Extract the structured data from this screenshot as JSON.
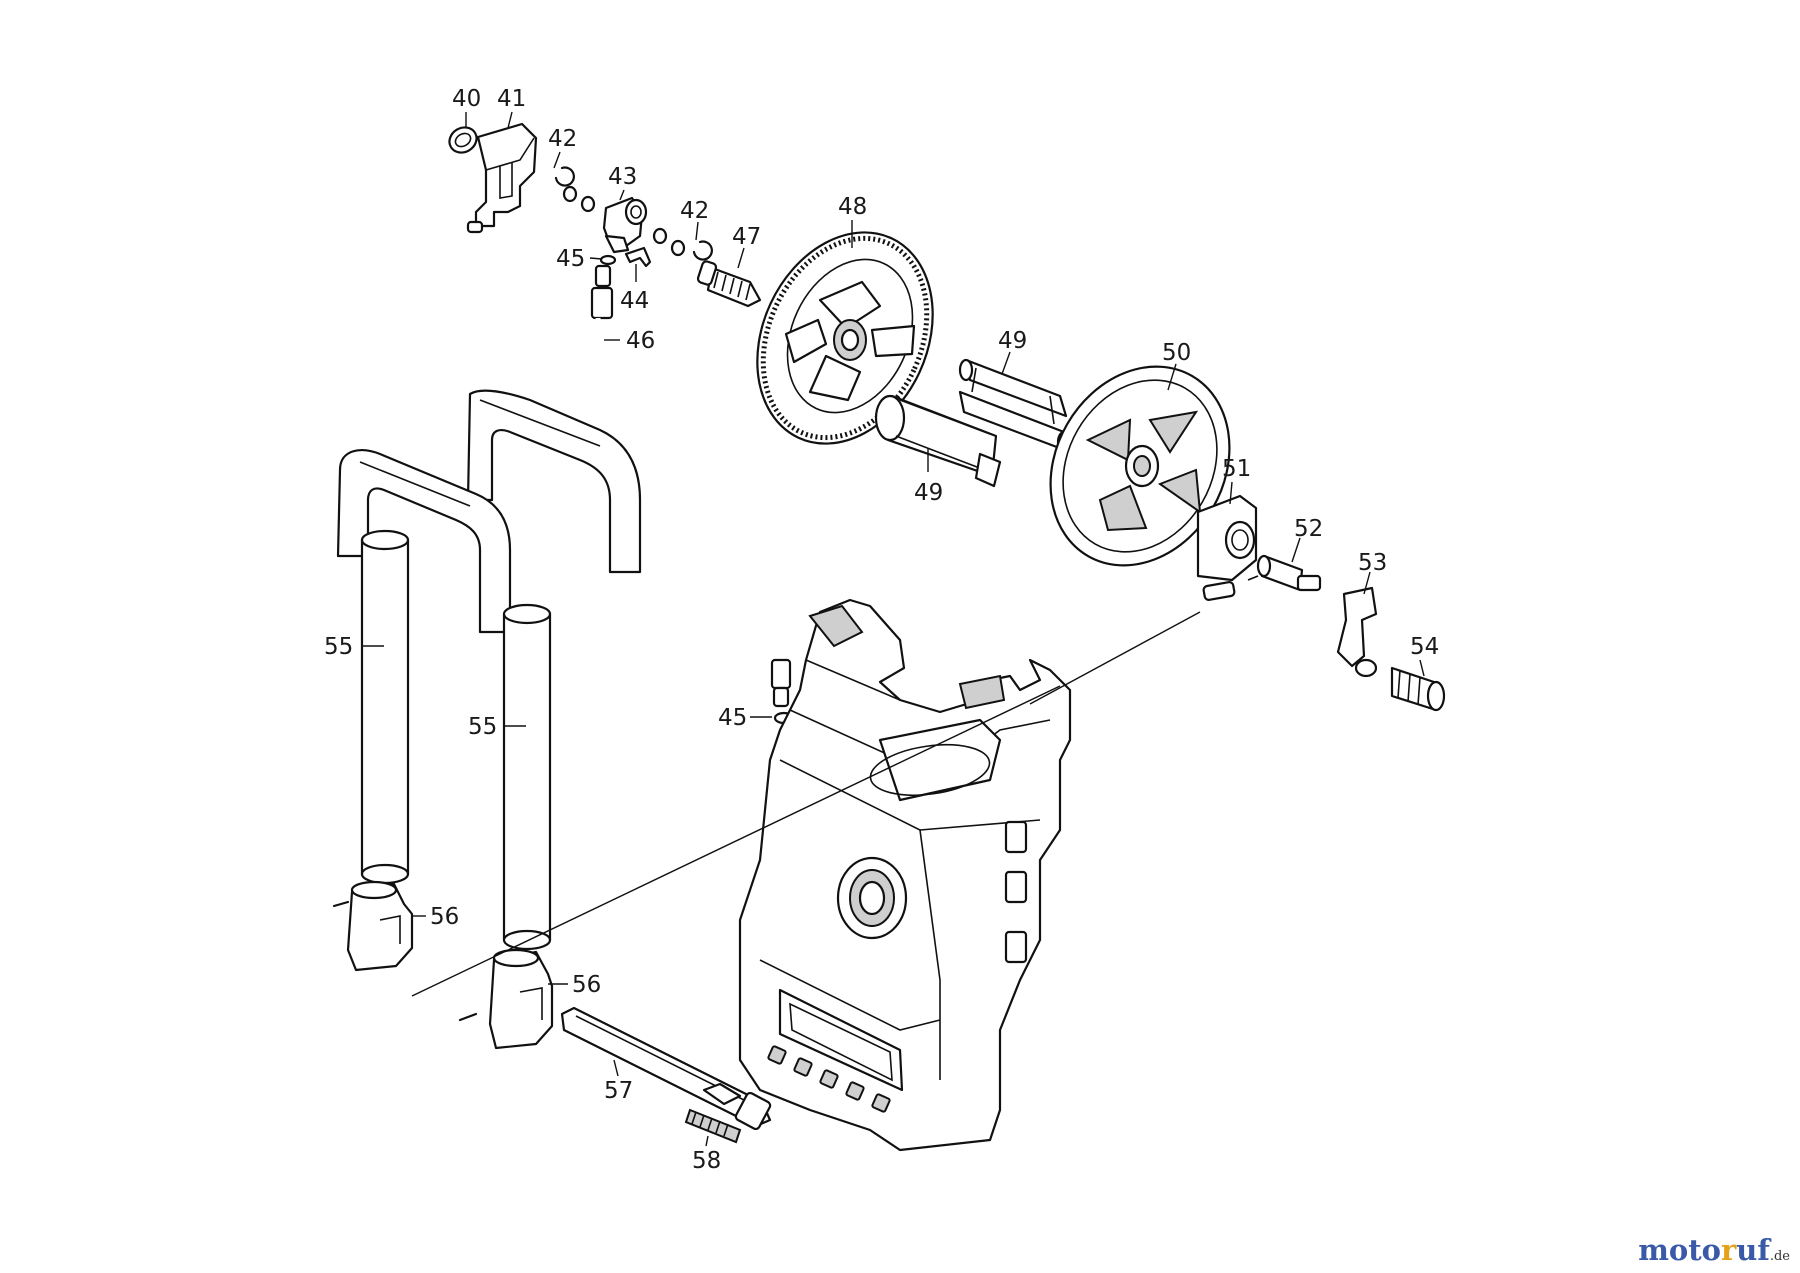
{
  "callouts": [
    {
      "id": "c40",
      "text": "40"
    },
    {
      "id": "c41",
      "text": "41"
    },
    {
      "id": "c42a",
      "text": "42"
    },
    {
      "id": "c43",
      "text": "43"
    },
    {
      "id": "c42b",
      "text": "42"
    },
    {
      "id": "c47",
      "text": "47"
    },
    {
      "id": "c48",
      "text": "48"
    },
    {
      "id": "c45a",
      "text": "45"
    },
    {
      "id": "c44",
      "text": "44"
    },
    {
      "id": "c46",
      "text": "46"
    },
    {
      "id": "c49a",
      "text": "49"
    },
    {
      "id": "c50",
      "text": "50"
    },
    {
      "id": "c49b",
      "text": "49"
    },
    {
      "id": "c51",
      "text": "51"
    },
    {
      "id": "c52",
      "text": "52"
    },
    {
      "id": "c53",
      "text": "53"
    },
    {
      "id": "c54",
      "text": "54"
    },
    {
      "id": "c55a",
      "text": "55"
    },
    {
      "id": "c55b",
      "text": "55"
    },
    {
      "id": "c45b",
      "text": "45"
    },
    {
      "id": "c56a",
      "text": "56"
    },
    {
      "id": "c56b",
      "text": "56"
    },
    {
      "id": "c57",
      "text": "57"
    },
    {
      "id": "c58",
      "text": "58"
    }
  ],
  "watermark": {
    "part1": "moto",
    "part2": "r",
    "part3": "uf",
    "tld": ".de"
  }
}
